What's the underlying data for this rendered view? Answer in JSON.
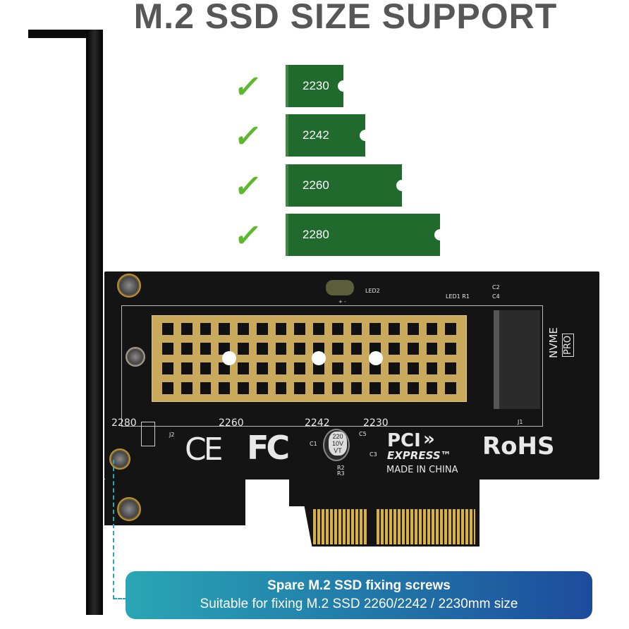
{
  "title": "M.2 SSD SIZE SUPPORT",
  "sizes": [
    {
      "label": "2230",
      "supported": true
    },
    {
      "label": "2242",
      "supported": true
    },
    {
      "label": "2260",
      "supported": true
    },
    {
      "label": "2280",
      "supported": true
    }
  ],
  "pcb": {
    "ruler": [
      "2280",
      "2260",
      "2242",
      "2230"
    ],
    "led2": "LED2",
    "led_polarity": "+ -",
    "led1_row": "LED1  R1",
    "c2": "C2",
    "c4": "C4",
    "nvme": "NVME",
    "pro": "PRO",
    "j1": "J1",
    "j2": "J2",
    "ce": "CE",
    "fc": "FC",
    "c1": "C1",
    "cap": "220 10V VT",
    "c5": "C5",
    "c3": "C3",
    "r2r3": "R2 R3",
    "pci": "PCI",
    "express": "EXPRESS™",
    "rohs": "RoHS",
    "made_in": "MADE IN CHINA"
  },
  "banner": {
    "title": "Spare M.2 SSD fixing screws",
    "subtitle": "Suitable for fixing M.2 SSD 2260/2242 / 2230mm size"
  },
  "colors": {
    "ssd_green": "#1f6a2c",
    "check": "#5cb82e",
    "banner_start": "#2aa6b5",
    "banner_end": "#1e4b9c"
  }
}
